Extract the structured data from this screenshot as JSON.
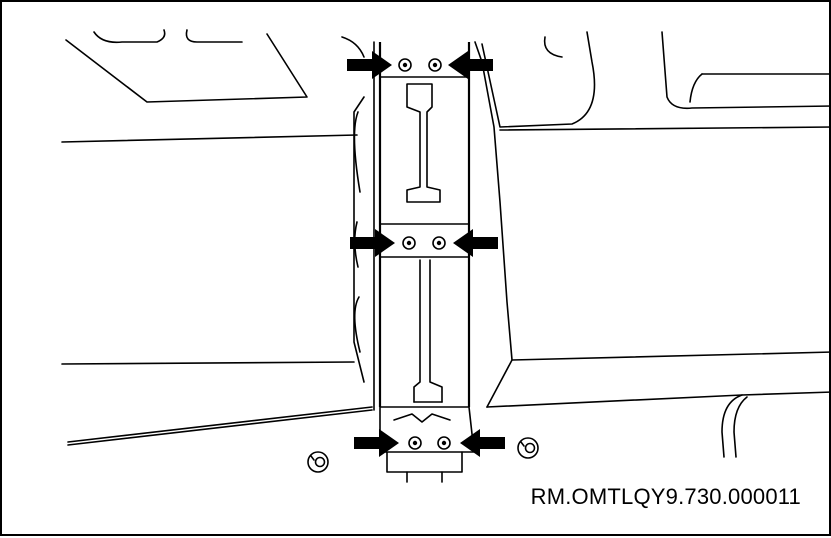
{
  "caption": "RM.OMTLQY9.730.000011",
  "colors": {
    "line": "#000000",
    "background": "#ffffff"
  },
  "fastener_rows": 3,
  "pointer_arrows": 6
}
